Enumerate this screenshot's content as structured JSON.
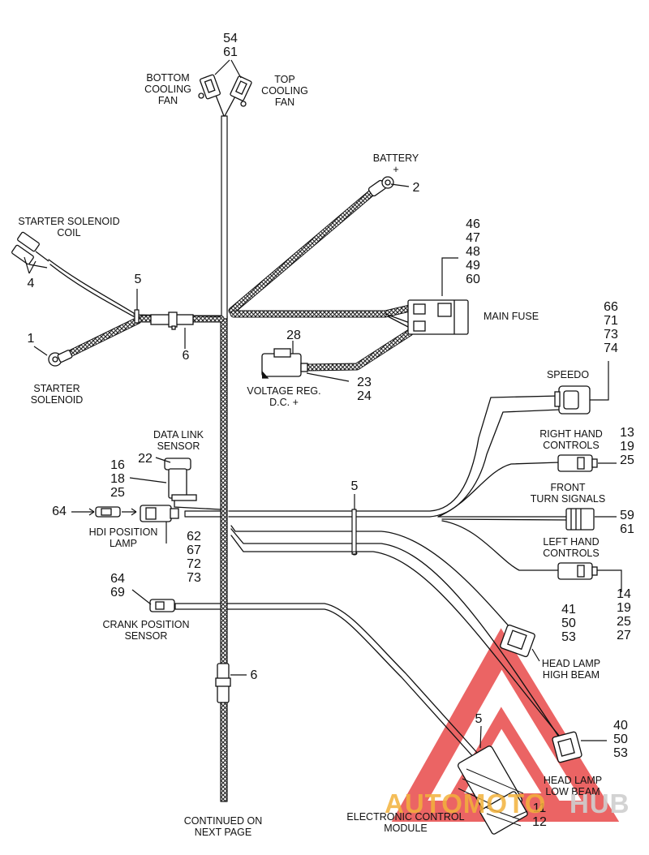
{
  "labels": {
    "bottom_cooling_fan": "BOTTOM\nCOOLING\nFAN",
    "top_cooling_fan": "TOP\nCOOLING\nFAN",
    "battery": "BATTERY\n+",
    "starter_solenoid_coil": "STARTER SOLENOID\nCOIL",
    "starter_solenoid": "STARTER\nSOLENOID",
    "main_fuse": "MAIN FUSE",
    "voltage_reg": "VOLTAGE REG.\nD.C. +",
    "speedo": "SPEEDO",
    "right_hand_controls": "RIGHT HAND\nCONTROLS",
    "front_turn_signals": "FRONT\nTURN SIGNALS",
    "left_hand_controls": "LEFT HAND\nCONTROLS",
    "data_link_sensor": "DATA LINK\nSENSOR",
    "hdi_position_lamp": "HDI POSITION\nLAMP",
    "crank_position_sensor": "CRANK POSITION\nSENSOR",
    "head_lamp_high_beam": "HEAD LAMP\nHIGH BEAM",
    "head_lamp_low_beam": "HEAD LAMP\nLOW BEAM",
    "electronic_control_module": "ELECTRONIC CONTROL\nMODULE",
    "continued": "CONTINUED ON\nNEXT PAGE"
  },
  "callouts": {
    "fans": "54\n61",
    "battery": "2",
    "coil": "4",
    "clip_left": "5",
    "starter": "1",
    "connector_6_top": "6",
    "main_fuse": "46\n47\n48\n49\n60",
    "voltage_reg_top": "28",
    "voltage_reg_bottom": "23\n24",
    "speedo": "66\n71\n73\n74",
    "right_hand": "13\n19\n25",
    "front_turn": "59\n61",
    "left_hand": "14\n19\n25\n27",
    "clip_mid": "5",
    "data_link_22": "22",
    "data_link_side": "16\n18\n25",
    "hdi_64": "64",
    "hdi_conn": "62\n67\n72\n73",
    "crank": "64\n69",
    "connector_6_bottom": "6",
    "high_beam": "41\n50\n53",
    "low_beam": "40\n50\n53",
    "ecm_5": "5",
    "ecm": "11\n12"
  },
  "watermark": {
    "part1": "AUTOMOTO",
    "part2": "HUB",
    "color1": "#f3b23c",
    "color2": "#d2d2d2",
    "logo_color": "#e84a4a"
  }
}
